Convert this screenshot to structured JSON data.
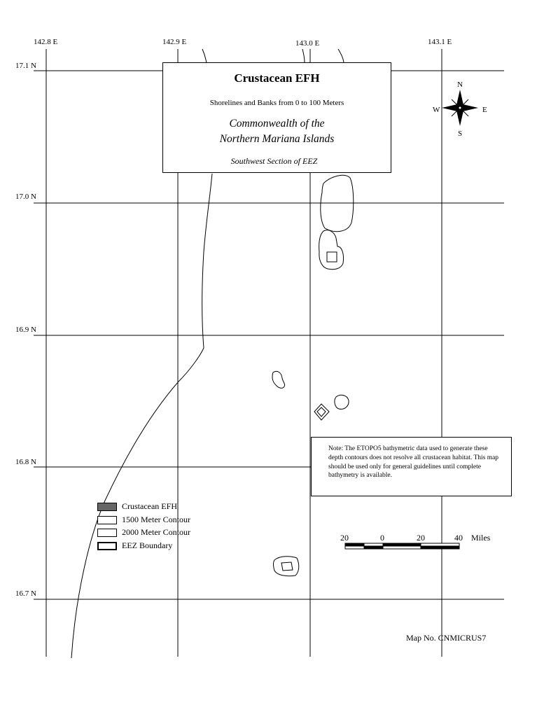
{
  "title": "Crustacean EFH",
  "subtitle": "Shorelines and Banks from 0 to 100 Meters",
  "region_line1": "Commonwealth of the",
  "region_line2": "Northern Mariana Islands",
  "section": "Southwest Section of EEZ",
  "longitude_labels": [
    "142.8 E",
    "142.9 E",
    "143.0 E",
    "143.1 E"
  ],
  "latitude_labels": [
    "17.1 N",
    "17.0 N",
    "16.9 N",
    "16.8 N",
    "16.7 N"
  ],
  "compass": {
    "n": "N",
    "s": "S",
    "e": "E",
    "w": "W"
  },
  "note": "Note:  The ETOPO5 bathymetric data used to generate these depth contours does not resolve all crustacean habitat.  This map should be used only for general guidelines until complete bathymetry is available.",
  "legend": [
    {
      "label": "Crustacean EFH",
      "color": "#666666"
    },
    {
      "label": "1500 Meter Contour",
      "color": "#ffffff"
    },
    {
      "label": "2000 Meter Contour",
      "color": "#ffffff"
    },
    {
      "label": "EEZ Boundary",
      "color": "#ffffff"
    }
  ],
  "scale_labels": [
    "20",
    "0",
    "20",
    "40"
  ],
  "scale_unit": "Miles",
  "map_number": "Map No. CNMICRUS7"
}
